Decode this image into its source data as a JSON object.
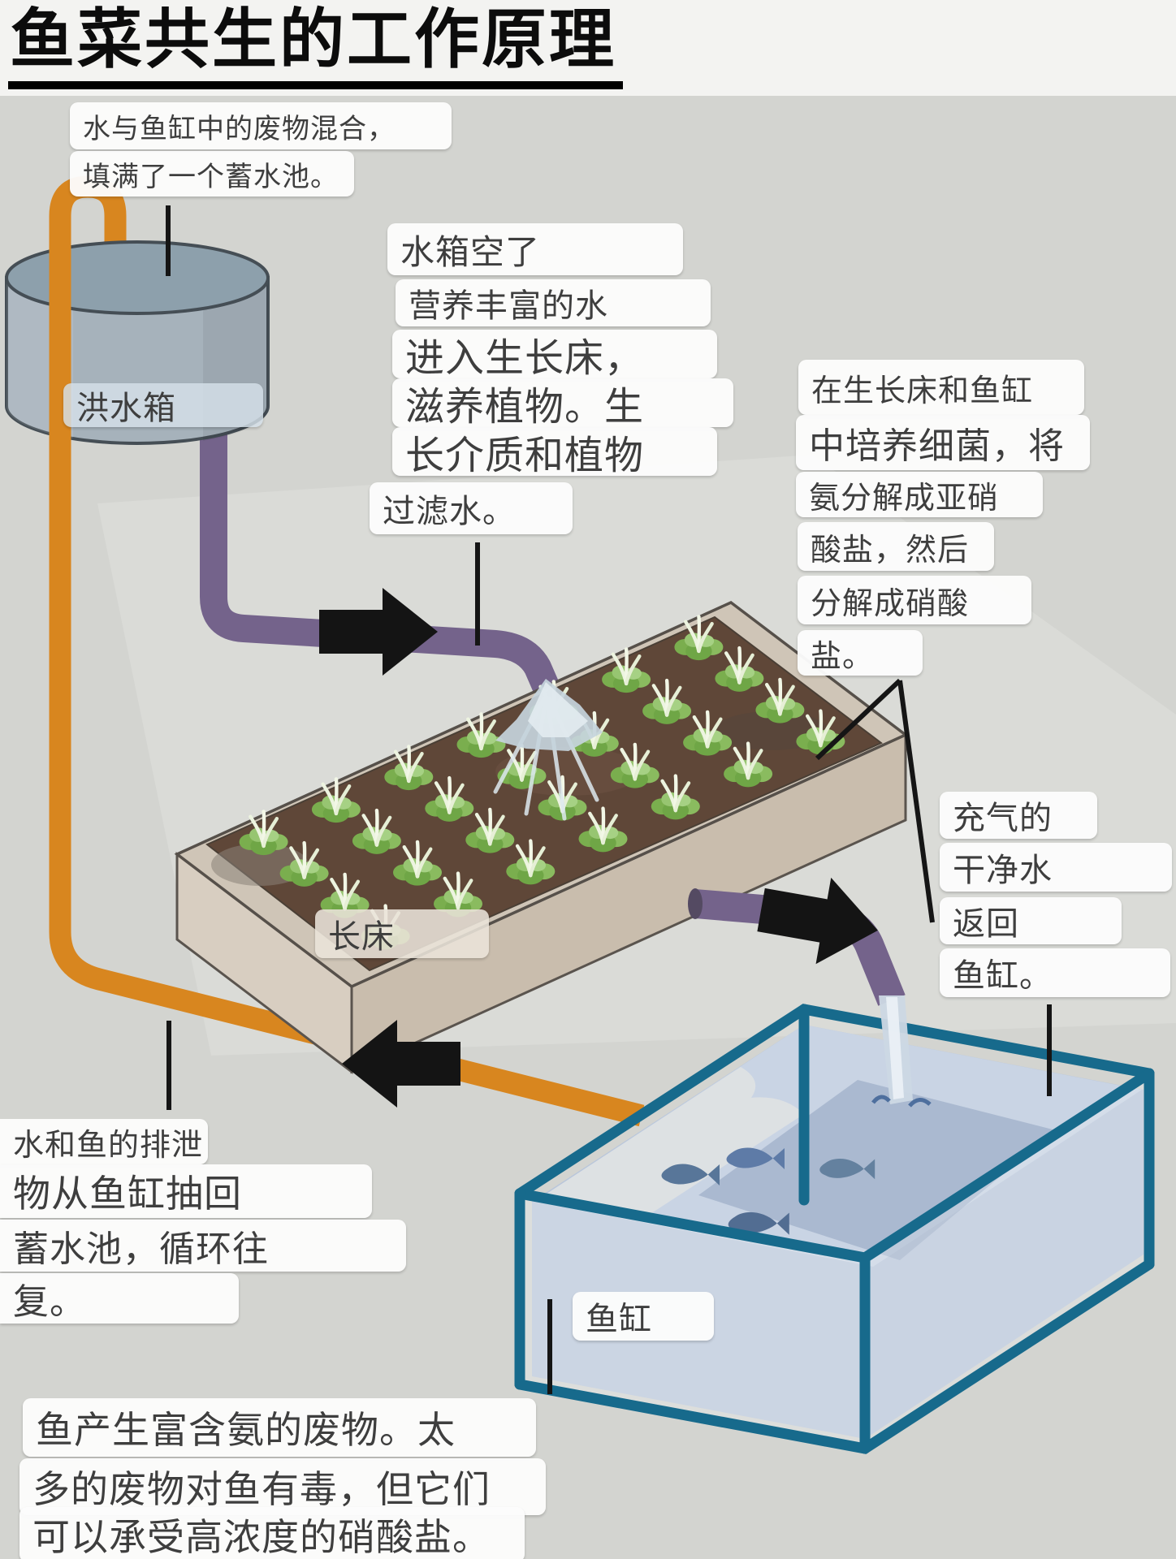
{
  "title": "鱼菜共生的工作原理",
  "callouts": {
    "mix": [
      "水与鱼缸中的废物混合，",
      "填满了一个蓄水池。"
    ],
    "tank_empty": "水箱空了",
    "nutrient": "营养丰富的水",
    "growbed_flow": [
      "进入生长床，",
      "滋养植物。生",
      "长介质和植物",
      "过滤水。"
    ],
    "bacteria": [
      "在生长床和鱼缸",
      "中培养细菌，将",
      "氨分解成亚硝",
      "酸盐，然后",
      "分解成硝酸",
      "盐。"
    ],
    "clean_water": [
      "充气的",
      "干净水",
      "返回",
      "鱼缸。"
    ],
    "recirculation": [
      "水和鱼的排泄",
      "物从鱼缸抽回",
      "蓄水池，循环往",
      "复。"
    ],
    "fish_waste": [
      "鱼产生富含氨的废物。太",
      "多的废物对鱼有毒，但它们",
      "可以承受高浓度的硝酸盐。"
    ]
  },
  "components": {
    "flood_tank": "洪水箱",
    "grow_bed": "长床",
    "fish_tank": "鱼缸"
  },
  "colors": {
    "orange_pipe": "#d8861f",
    "purple_pipe": "#74638b",
    "reservoir_body": "#a6b2bb",
    "reservoir_top": "#8da0ac",
    "fish_tank_frame": "#176a8c",
    "water": "#b9c6da",
    "soil": "#5f4738",
    "bed_rim": "#cfc5b7",
    "plant_green": "#7aae4e",
    "arrow": "#141414"
  }
}
